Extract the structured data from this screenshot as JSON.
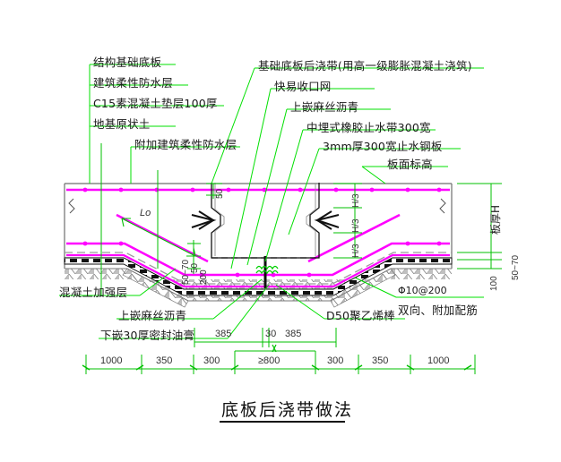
{
  "drawing": {
    "title": "底板后浇带做法",
    "colors": {
      "leader": "#00e000",
      "rebar": "#ff00ff",
      "concrete": "#808080",
      "outline": "#000000",
      "text": "#1a1a1a",
      "background": "#ffffff"
    }
  },
  "labels_left": [
    {
      "text": "结构基础底板"
    },
    {
      "text": "建筑柔性防水层"
    },
    {
      "text": "C15素混凝土垫层100厚"
    },
    {
      "text": "地基原状土"
    },
    {
      "text": "附加建筑柔性防水层"
    }
  ],
  "labels_right": [
    {
      "text": "基础底板后浇带(用高一级膨胀混凝土浇筑)"
    },
    {
      "text": "快易收口网"
    },
    {
      "text": "上嵌麻丝沥青"
    },
    {
      "text": "中埋式橡胶止水带300宽"
    },
    {
      "text": "3mm厚300宽止水钢板"
    },
    {
      "text": "板面标高"
    }
  ],
  "labels_bottom_left": [
    {
      "text": "混凝土加强层"
    },
    {
      "text": "上嵌麻丝沥青"
    },
    {
      "text": "下嵌30厚密封油膏"
    }
  ],
  "labels_bottom_right": [
    {
      "text": "D50聚乙烯棒"
    },
    {
      "text": "Φ10@200"
    },
    {
      "text": "双向、附加配筋"
    }
  ],
  "dimensions_bottom": {
    "values": [
      "1000",
      "350",
      "300",
      "≥800",
      "300",
      "350",
      "1000"
    ]
  },
  "dimensions_mid": {
    "values": [
      "385",
      "30",
      "385"
    ]
  },
  "dimensions_vertical_right": {
    "slab_thickness": "板厚H",
    "layer_a": "50~70",
    "layer_b": "100"
  },
  "dimensions_vertical_left": {
    "a": "50~70",
    "b": "50",
    "c": "200"
  },
  "dimensions_detail": {
    "top_gap": "50",
    "thirds": [
      "H/3",
      "H/3",
      "H/3"
    ],
    "lap_length": "Lo"
  }
}
